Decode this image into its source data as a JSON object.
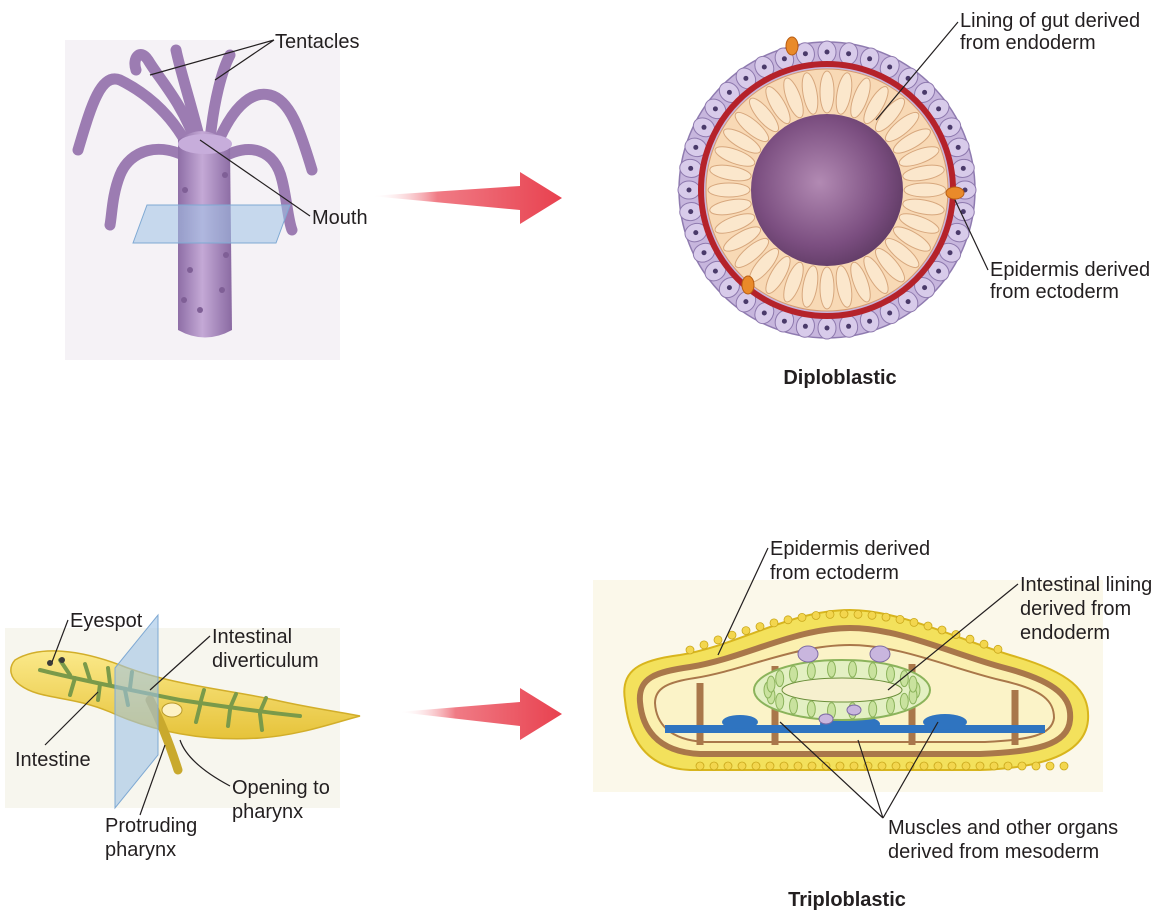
{
  "diploblastic": {
    "caption": "Diploblastic",
    "labels": {
      "tentacles": "Tentacles",
      "mouth": "Mouth",
      "gut_lining": [
        "Lining of gut derived",
        "from endoderm"
      ],
      "epidermis": [
        "Epidermis derived",
        "from ectoderm"
      ]
    }
  },
  "triploblastic": {
    "caption": "Triploblastic",
    "labels": {
      "eyespot": "Eyespot",
      "intestinal_diverticulum": [
        "Intestinal",
        "diverticulum"
      ],
      "intestine": "Intestine",
      "protruding_pharynx": [
        "Protruding",
        "pharynx"
      ],
      "opening_to_pharynx": [
        "Opening to",
        "pharynx"
      ],
      "epidermis": [
        "Epidermis derived",
        "from ectoderm"
      ],
      "intestinal_lining": [
        "Intestinal lining",
        "derived from",
        "endoderm"
      ],
      "muscles": [
        "Muscles and other organs",
        "derived from mesoderm"
      ]
    }
  },
  "colors": {
    "arrow": "#e8414f",
    "hydra": "#a98bbd",
    "ectoderm": "#c9b8de",
    "endoderm": "#f8d9b5",
    "mesoderm_band": "#b5222a",
    "flatworm": "#f2d44c",
    "section_plane": "#9fc3e6"
  }
}
